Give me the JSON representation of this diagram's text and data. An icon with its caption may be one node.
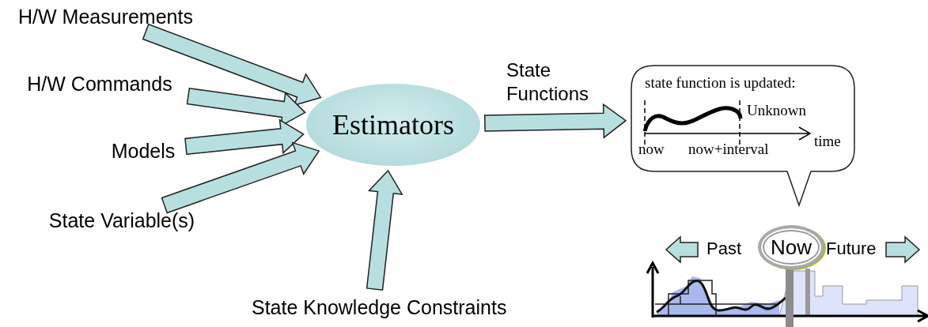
{
  "diagram": {
    "nodes": [
      {
        "text": [
          "H/W Measurements"
        ]
      },
      {
        "text": [
          "H/W Commands"
        ]
      },
      {
        "text": [
          "Models"
        ]
      },
      {
        "text": [
          "State Variable(s)"
        ]
      },
      {
        "text": [
          "Estimators"
        ]
      },
      {
        "text": [
          "State Knowledge Constraints"
        ]
      },
      {
        "text": [
          "state function is updated:",
          "Unknown",
          "now",
          "now+interval",
          "time"
        ]
      },
      {
        "text": [
          "Now"
        ]
      }
    ],
    "edges": [
      {
        "from": 0,
        "to": 4,
        "arrow": "to"
      },
      {
        "from": 1,
        "to": 4,
        "arrow": "to"
      },
      {
        "from": 2,
        "to": 4,
        "arrow": "to"
      },
      {
        "from": 3,
        "to": 4,
        "arrow": "to"
      },
      {
        "from": 5,
        "to": 4,
        "arrow": "to"
      },
      {
        "from": 4,
        "to": 6,
        "arrow": "to",
        "label": "State Functions"
      }
    ],
    "labels": [
      "Past",
      "Future"
    ]
  }
}
